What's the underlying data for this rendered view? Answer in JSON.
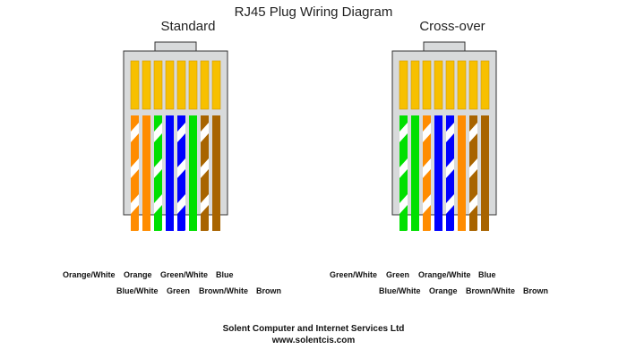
{
  "title": "RJ45 Plug Wiring Diagram",
  "colors": {
    "orange": "#ff8c00",
    "green": "#00e000",
    "blue": "#0000ff",
    "brown": "#a86400",
    "pin": "#f7c000",
    "body": "#d8dadb",
    "white": "#ffffff"
  },
  "plugs": [
    {
      "id": "standard",
      "label": "Standard",
      "wires": [
        {
          "name": "Orange/White",
          "color": "orange",
          "striped": true
        },
        {
          "name": "Orange",
          "color": "orange",
          "striped": false
        },
        {
          "name": "Green/White",
          "color": "green",
          "striped": true
        },
        {
          "name": "Blue",
          "color": "blue",
          "striped": false
        },
        {
          "name": "Blue/White",
          "color": "blue",
          "striped": true
        },
        {
          "name": "Green",
          "color": "green",
          "striped": false
        },
        {
          "name": "Brown/White",
          "color": "brown",
          "striped": true
        },
        {
          "name": "Brown",
          "color": "brown",
          "striped": false
        }
      ]
    },
    {
      "id": "cross",
      "label": "Cross-over",
      "wires": [
        {
          "name": "Green/White",
          "color": "green",
          "striped": true
        },
        {
          "name": "Green",
          "color": "green",
          "striped": false
        },
        {
          "name": "Orange/White",
          "color": "orange",
          "striped": true
        },
        {
          "name": "Blue",
          "color": "blue",
          "striped": false
        },
        {
          "name": "Blue/White",
          "color": "blue",
          "striped": true
        },
        {
          "name": "Orange",
          "color": "orange",
          "striped": false
        },
        {
          "name": "Brown/White",
          "color": "brown",
          "striped": true
        },
        {
          "name": "Brown",
          "color": "brown",
          "striped": false
        }
      ]
    }
  ],
  "footer": {
    "company": "Solent Computer and Internet Services Ltd",
    "website": "www.solentcis.com"
  }
}
